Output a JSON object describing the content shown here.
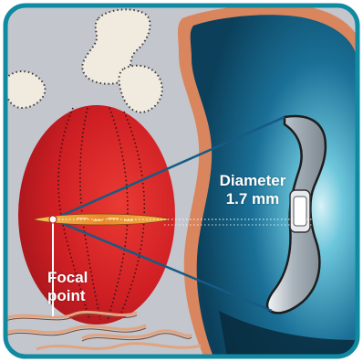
{
  "labels": {
    "diameter_title": "Diameter",
    "diameter_value": "1.7 mm",
    "focal_line1": "Focal",
    "focal_line2": "point"
  },
  "colors": {
    "border": "#0f8aa0",
    "background": "#c2c5cb",
    "organ_red": "#cf1f24",
    "organ_red_light": "#e8413b",
    "probe_outline": "#d9865f",
    "probe_teal": "#0f5c7c",
    "probe_teal_light": "#4bb7d0",
    "transducer": "#a8b2ba",
    "beam_lines": "#155f8a",
    "focal_lesion": "#f3a236",
    "tissue_fibers": "#d99a78",
    "cream_shapes": "#f1eadf"
  },
  "icons": {
    "focal_marker": "focal-point-dot",
    "transducer": "ultrasound-transducer-icon"
  }
}
